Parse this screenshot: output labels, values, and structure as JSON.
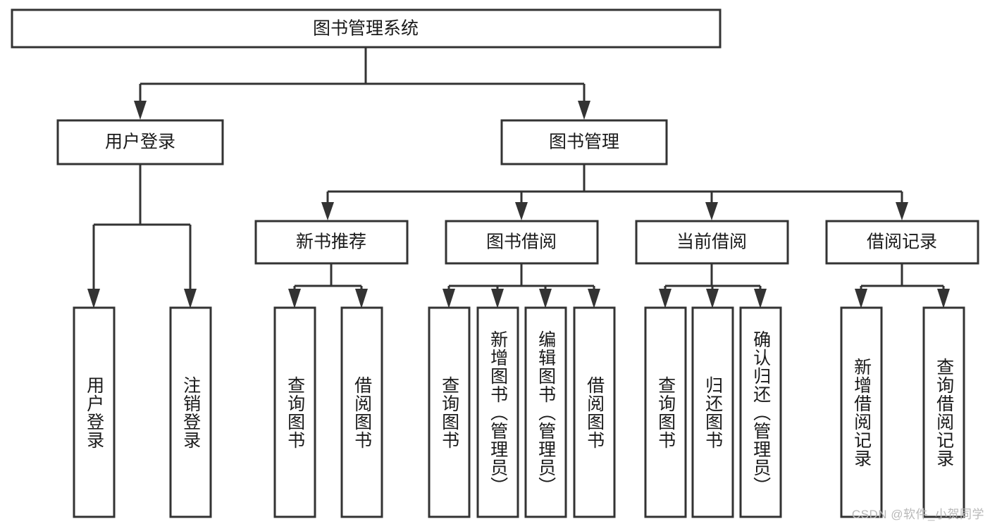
{
  "diagram": {
    "type": "tree-hierarchy",
    "title": "图书管理系统",
    "watermark": "CSDN @软件_小贺同学",
    "colors": {
      "stroke": "#333333",
      "fill": "#ffffff",
      "text": "#1a1a1a",
      "watermark": "#b8b8b8",
      "background": "#ffffff"
    },
    "root": {
      "label": "图书管理系统",
      "orientation": "horizontal"
    },
    "level2": [
      {
        "label": "用户登录",
        "orientation": "horizontal"
      },
      {
        "label": "图书管理",
        "orientation": "horizontal"
      }
    ],
    "level3": [
      {
        "label": "新书推荐",
        "orientation": "horizontal"
      },
      {
        "label": "图书借阅",
        "orientation": "horizontal"
      },
      {
        "label": "当前借阅",
        "orientation": "horizontal"
      },
      {
        "label": "借阅记录",
        "orientation": "horizontal"
      }
    ],
    "leaves": {
      "user_login": [
        {
          "label": "用户登录",
          "orientation": "vertical"
        },
        {
          "label": "注销登录",
          "orientation": "vertical"
        }
      ],
      "new_book_recommend": [
        {
          "label": "查询图书",
          "orientation": "vertical"
        },
        {
          "label": "借阅图书",
          "orientation": "vertical"
        }
      ],
      "book_borrow": [
        {
          "label": "查询图书",
          "orientation": "vertical"
        },
        {
          "label": "新增图书（管理员）",
          "orientation": "vertical"
        },
        {
          "label": "编辑图书（管理员）",
          "orientation": "vertical"
        },
        {
          "label": "借阅图书",
          "orientation": "vertical"
        }
      ],
      "current_borrow": [
        {
          "label": "查询图书",
          "orientation": "vertical"
        },
        {
          "label": "归还图书",
          "orientation": "vertical"
        },
        {
          "label": "确认归还（管理员）",
          "orientation": "vertical"
        }
      ],
      "borrow_record": [
        {
          "label": "新增借阅记录",
          "orientation": "vertical"
        },
        {
          "label": "查询借阅记录",
          "orientation": "vertical"
        }
      ]
    }
  }
}
